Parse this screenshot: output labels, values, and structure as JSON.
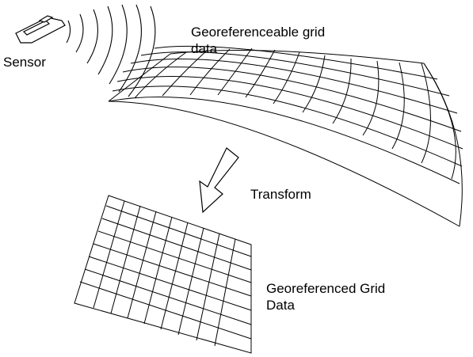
{
  "labels": {
    "sensor": "Sensor",
    "georeferenceable_line1": "Georeferenceable grid",
    "georeferenceable_line2": "data",
    "transform": "Transform",
    "georeferenced_line1": "Georeferenced Grid",
    "georeferenced_line2": "Data"
  },
  "icons": {
    "sensor": "ship-icon",
    "signal": "signal-waves-icon",
    "arrow": "transform-arrow-icon"
  },
  "colors": {
    "stroke": "#000000",
    "background": "#ffffff"
  }
}
